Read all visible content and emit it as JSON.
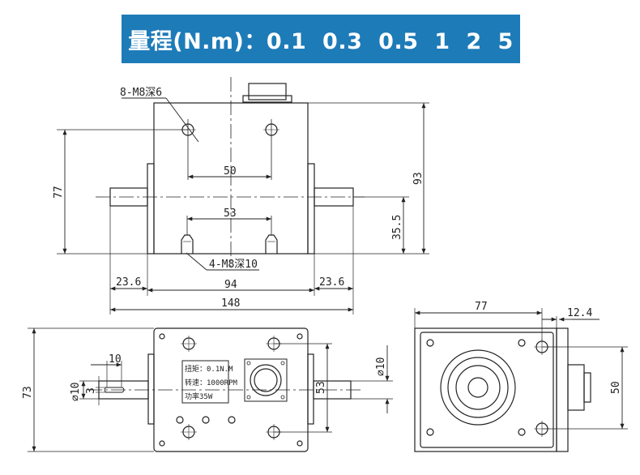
{
  "header": {
    "range_title": "量程(N.m)：0.1  0.3  0.5  1  2  5"
  },
  "colors": {
    "banner": "#1d7bb8",
    "line": "#222222"
  },
  "front_view": {
    "top_holes_label": "8-M8深6",
    "bottom_holes_label": "4-M8深10",
    "height_77": "77",
    "height_93": "93",
    "shaft_height": "35.5",
    "top_hole_spacing": "50",
    "bottom_hole_spacing": "53",
    "left_shaft": "23.6",
    "body_width": "94",
    "right_shaft": "23.6",
    "overall_width": "148"
  },
  "top_view": {
    "height_73": "73",
    "key_length": "10",
    "shaft_dia_left": "⌀10",
    "key_width": "3",
    "hole_spacing": "53",
    "shaft_dia_right": "⌀10",
    "plate_torque": "扭矩：0.1N.M",
    "plate_speed": "转速：1000RPM",
    "plate_power": "功率35W"
  },
  "side_view": {
    "width_77": "77",
    "offset_12_4": "12.4",
    "height_50": "50"
  }
}
